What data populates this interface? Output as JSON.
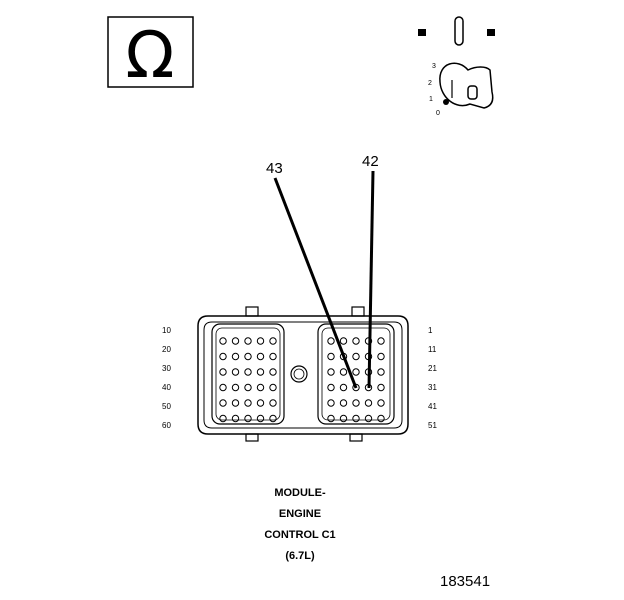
{
  "ohm_symbol": "Ω",
  "ignition_key": {
    "positions": [
      "3",
      "2",
      "1",
      "0"
    ]
  },
  "callouts": [
    {
      "id": "43",
      "label": "43"
    },
    {
      "id": "42",
      "label": "42"
    }
  ],
  "connector": {
    "left_row_labels": [
      "10",
      "20",
      "30",
      "40",
      "50",
      "60"
    ],
    "right_row_labels": [
      "1",
      "11",
      "21",
      "31",
      "41",
      "51"
    ]
  },
  "caption": {
    "line1": "MODULE-",
    "line2": "ENGINE",
    "line3": "CONTROL C1",
    "line4": "(6.7L)"
  },
  "figure_number": "183541"
}
